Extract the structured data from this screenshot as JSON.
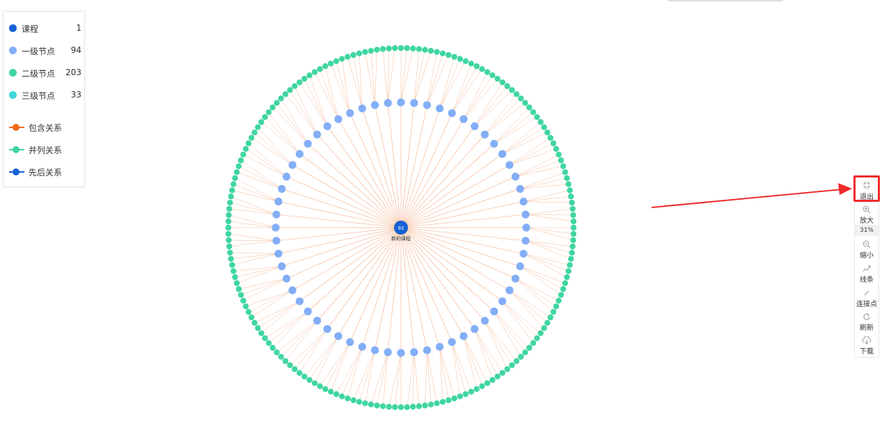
{
  "legend": {
    "nodes": [
      {
        "label": "课程",
        "count": "1",
        "color": "#1660d6"
      },
      {
        "label": "一级节点",
        "count": "94",
        "color": "#82aef7"
      },
      {
        "label": "二级节点",
        "count": "203",
        "color": "#3fd6a0"
      },
      {
        "label": "三级节点",
        "count": "33",
        "color": "#3fd6d6"
      }
    ],
    "relations": [
      {
        "label": "包含关系",
        "color": "#f06a1a"
      },
      {
        "label": "并列关系",
        "color": "#3fd6a0"
      },
      {
        "label": "先后关系",
        "color": "#1660d6"
      }
    ]
  },
  "graph": {
    "center_value": "92",
    "center_label": "新的课程",
    "inner_node_count": 60,
    "outer_node_count": 180,
    "edge_color": "#f5b894"
  },
  "toolbar": {
    "exit_label": "退出",
    "zoom_in_label": "放大",
    "zoom_level": "31%",
    "zoom_out_label": "缩小",
    "lines_label": "线条",
    "connect_label": "连接点",
    "refresh_label": "刷新",
    "download_label": "下载"
  },
  "icons": [
    "fullscreen-exit-icon",
    "zoom-in-icon",
    "zoom-out-icon",
    "line-icon",
    "connect-icon",
    "refresh-icon",
    "download-icon"
  ]
}
